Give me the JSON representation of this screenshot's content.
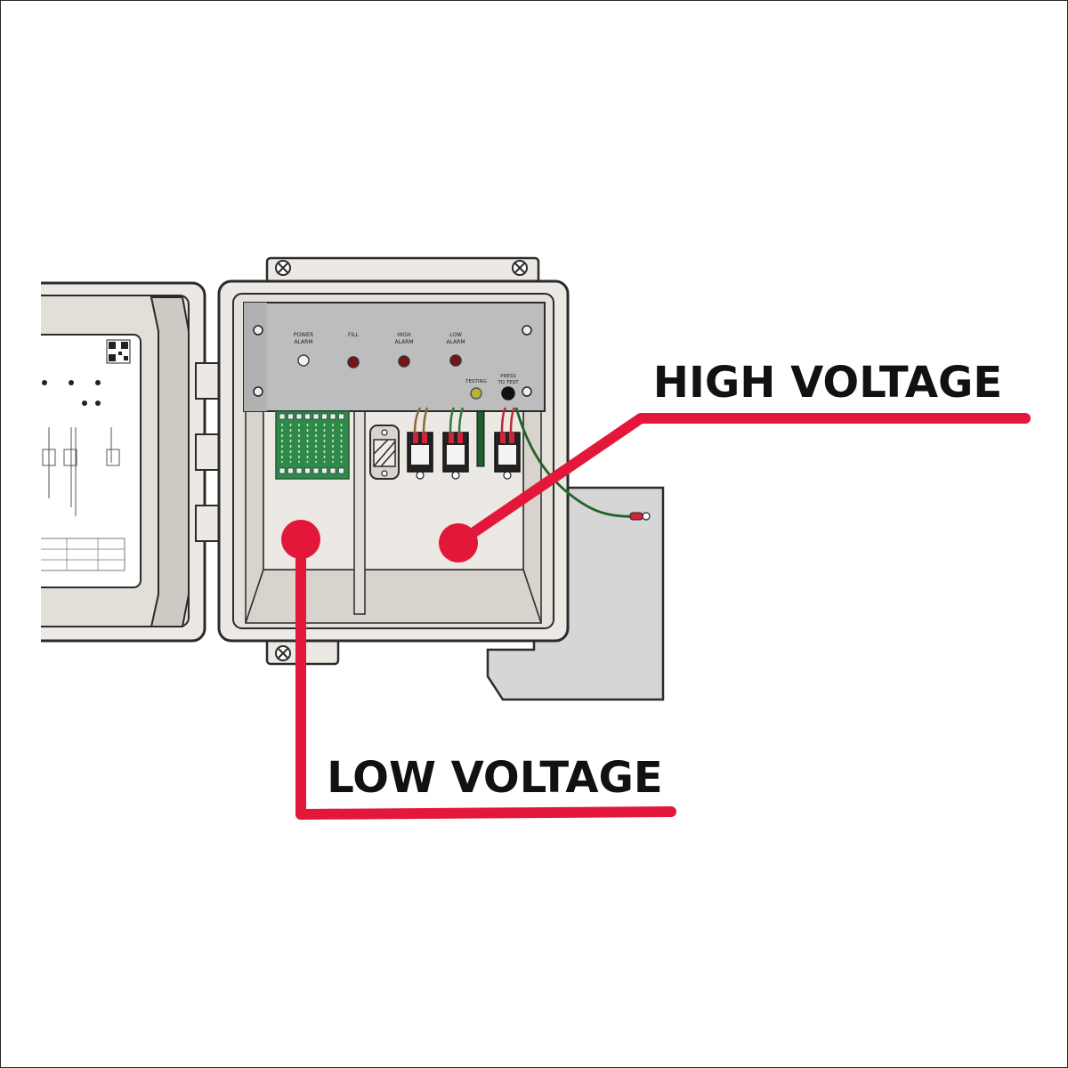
{
  "panel": {
    "indicators": [
      {
        "label": "POWER ALARM",
        "line1": "POWER",
        "line2": "ALARM",
        "color": "#f2f2f2"
      },
      {
        "label": "FILL",
        "line1": "FILL",
        "line2": "",
        "color": "#7a1416"
      },
      {
        "label": "HIGH ALARM",
        "line1": "HIGH",
        "line2": "ALARM",
        "color": "#7a1416"
      },
      {
        "label": "LOW ALARM",
        "line1": "LOW",
        "line2": "ALARM",
        "color": "#7a1416"
      }
    ],
    "testing": {
      "label": "TESTING",
      "color": "#b9b33a"
    },
    "press_to_test": {
      "line1": "PRESS",
      "line2": "TO TEST",
      "color": "#111111"
    }
  },
  "callouts": {
    "high_voltage": "HIGH VOLTAGE",
    "low_voltage": "LOW VOLTAGE",
    "accent": "#e2173a"
  },
  "colors": {
    "enclosure": "#ece8e3",
    "outline": "#2b2b2b",
    "faceplate": "#bdbdbd",
    "terminal_board": "#2f8a49",
    "conduit_box": "#d6d6d6",
    "ground_wire": "#2e7a3a"
  }
}
